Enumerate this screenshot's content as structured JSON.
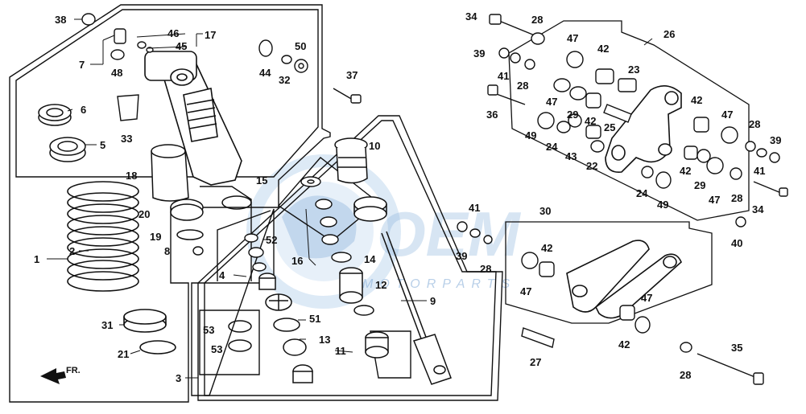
{
  "diagram": {
    "callouts": [
      "1",
      "2",
      "3",
      "4",
      "5",
      "6",
      "7",
      "8",
      "9",
      "10",
      "11",
      "12",
      "13",
      "14",
      "15",
      "16",
      "17",
      "18",
      "19",
      "20",
      "21",
      "22",
      "23",
      "24",
      "25",
      "26",
      "27",
      "28",
      "29",
      "30",
      "31",
      "32",
      "33",
      "34",
      "35",
      "36",
      "37",
      "38",
      "39",
      "40",
      "41",
      "42",
      "43",
      "44",
      "45",
      "46",
      "47",
      "48",
      "49",
      "50",
      "51",
      "52",
      "53"
    ],
    "label_positions_note": ""
  },
  "labels": {
    "l38": "38",
    "l46": "46",
    "l17": "17",
    "l45": "45",
    "l7": "7",
    "l48": "48",
    "l44": "44",
    "l50": "50",
    "l32": "32",
    "l37": "37",
    "l6": "6",
    "l5": "5",
    "l33": "33",
    "l10": "10",
    "l18": "18",
    "l15": "15",
    "l20": "20",
    "l19": "19",
    "l8": "8",
    "l52": "52",
    "l1": "1",
    "l2": "2",
    "l16": "16",
    "l14": "14",
    "l4": "4",
    "l12": "12",
    "l9": "9",
    "l31": "31",
    "l51": "51",
    "l53a": "53",
    "l53b": "53",
    "l13": "13",
    "l21": "21",
    "l11": "11",
    "l3": "3",
    "l34a": "34",
    "l28a": "28",
    "l47a": "47",
    "l42a": "42",
    "l26": "26",
    "l39a": "39",
    "l41a": "41",
    "l28b": "28",
    "l23": "23",
    "l36": "36",
    "l47b": "47",
    "l42b": "42",
    "l29a": "29",
    "l49a": "49",
    "l24a": "24",
    "l43": "43",
    "l25": "25",
    "l22": "22",
    "l42c": "42",
    "l47c": "47",
    "l28c": "28",
    "l39b": "39",
    "l41b": "41",
    "l42d": "42",
    "l29b": "29",
    "l24b": "24",
    "l49b": "49",
    "l47d": "47",
    "l28d": "28",
    "l34b": "34",
    "l40": "40",
    "l30": "30",
    "l41c": "41",
    "l39c": "39",
    "l28e": "28",
    "l42e": "42",
    "l47e": "47",
    "l47f": "47",
    "l42f": "42",
    "l27": "27",
    "l35": "35",
    "l28f": "28"
  },
  "watermark": {
    "brand": "OEM",
    "sub": "MOTORPARTS"
  },
  "direction": {
    "label": "FR."
  }
}
